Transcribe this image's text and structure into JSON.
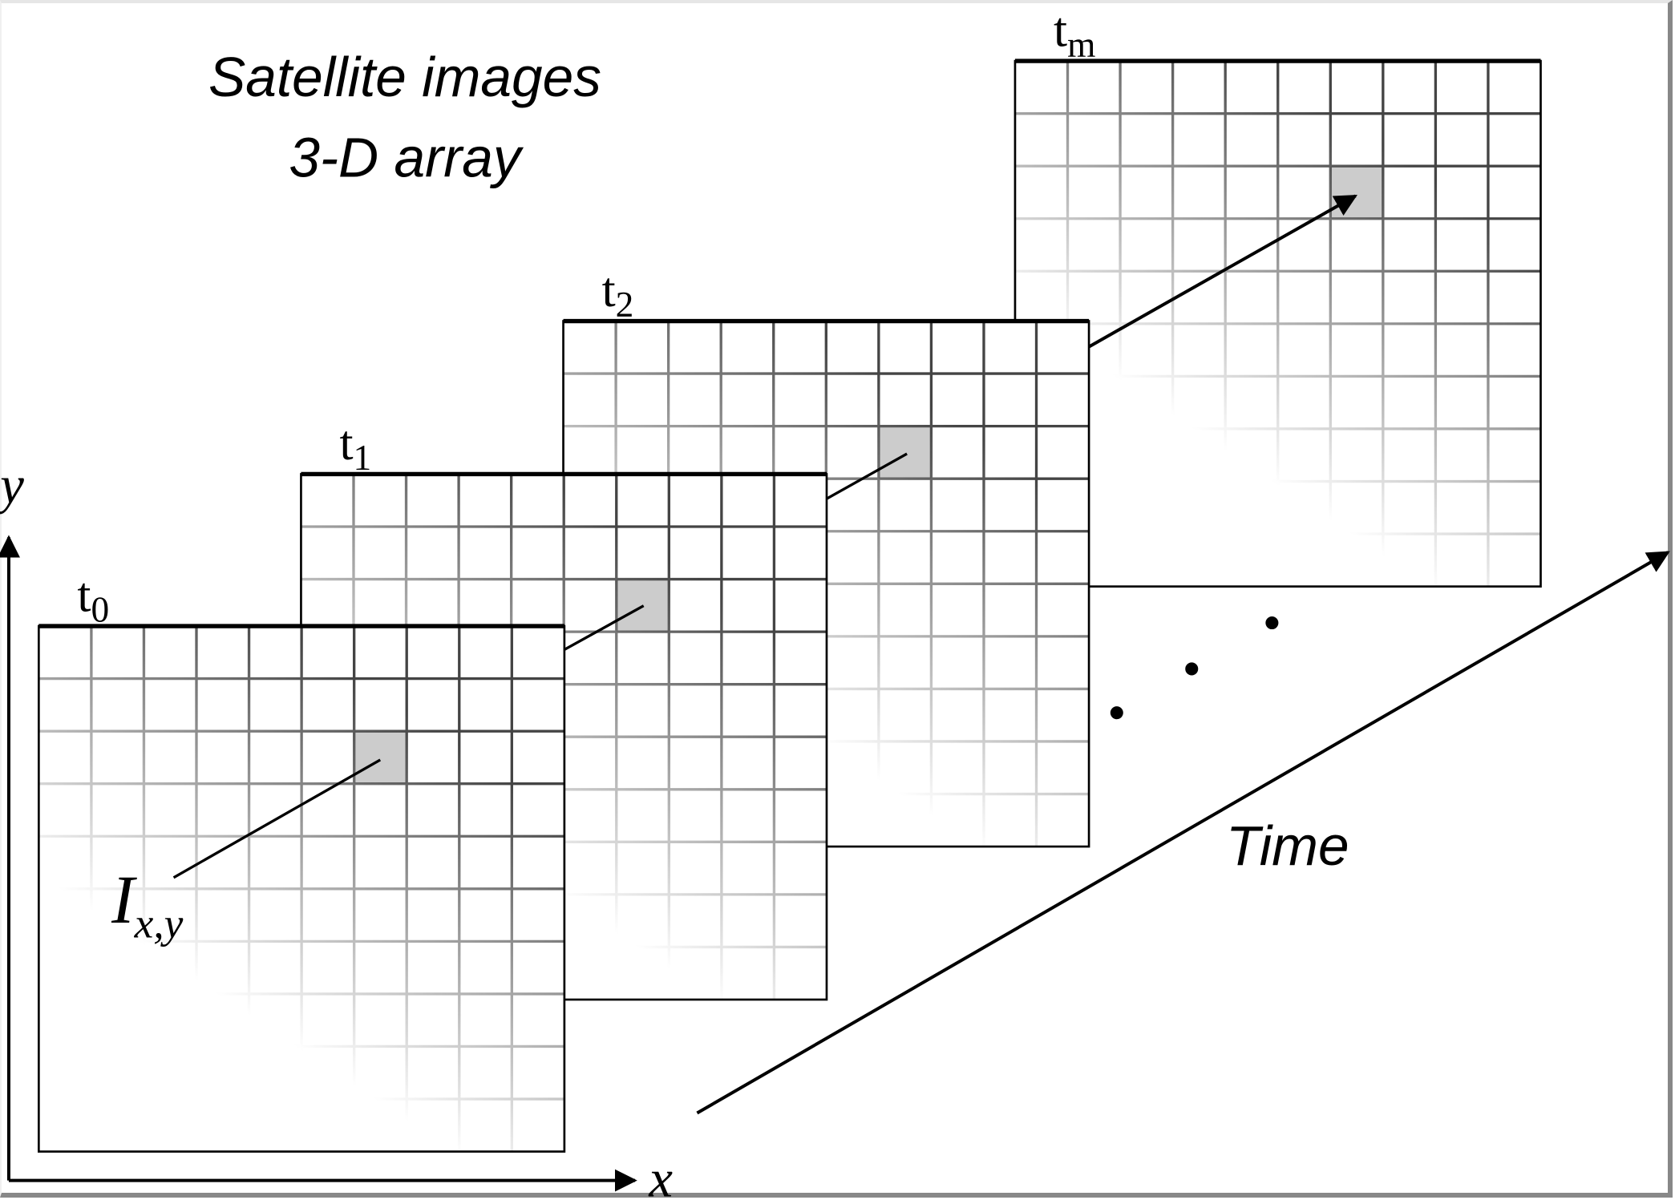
{
  "title": {
    "line1": "Satellite images",
    "line2": "3-D array"
  },
  "frames": [
    {
      "label": "t",
      "sub": "0"
    },
    {
      "label": "t",
      "sub": "1"
    },
    {
      "label": "t",
      "sub": "2"
    },
    {
      "label": "t",
      "sub": "m"
    }
  ],
  "pixel_label": {
    "main": "I",
    "sub": "x,y"
  },
  "axes": {
    "x": "x",
    "y": "y",
    "time": "Time"
  },
  "grid": {
    "columns": 10,
    "highlight_column": 6,
    "highlight_row": 2
  },
  "colors": {
    "highlight": "#cccccc",
    "line": "#000000"
  }
}
